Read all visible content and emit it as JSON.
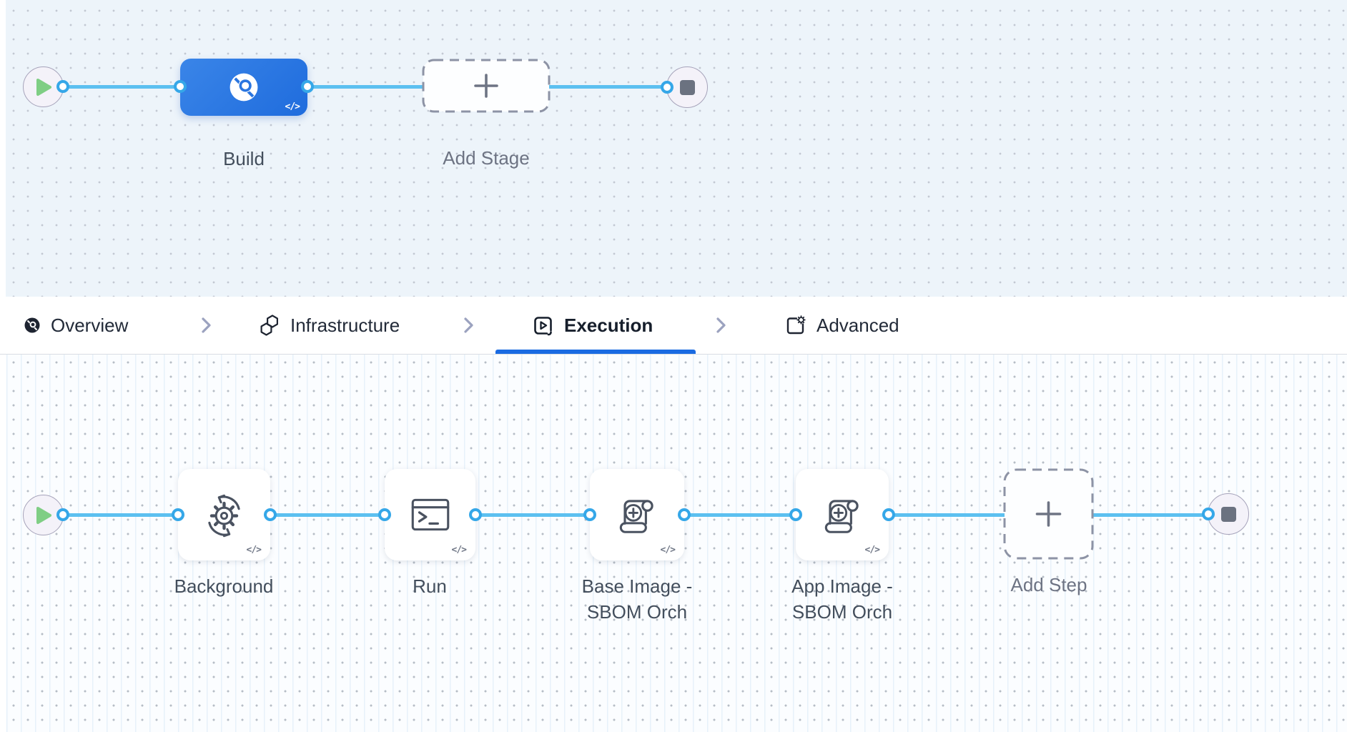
{
  "stage_canvas": {
    "build_stage": {
      "label": "Build",
      "code_badge": "</>"
    },
    "add_stage": {
      "label": "Add Stage"
    }
  },
  "tab_bar": {
    "tabs": [
      {
        "label": "Overview",
        "icon": "build-overview-icon",
        "selected": false
      },
      {
        "label": "Infrastructure",
        "icon": "infrastructure-icon",
        "selected": false
      },
      {
        "label": "Execution",
        "icon": "execution-icon",
        "selected": true
      },
      {
        "label": "Advanced",
        "icon": "advanced-icon",
        "selected": false
      }
    ]
  },
  "step_canvas": {
    "steps": [
      {
        "label_line1": "Background",
        "label_line2": "",
        "icon": "background-step-icon",
        "code_badge": "</>"
      },
      {
        "label_line1": "Run",
        "label_line2": "",
        "icon": "run-step-icon",
        "code_badge": "</>"
      },
      {
        "label_line1": "Base Image -",
        "label_line2": "SBOM Orch",
        "icon": "sbom-step-icon",
        "code_badge": "</>"
      },
      {
        "label_line1": "App Image -",
        "label_line2": "SBOM Orch",
        "icon": "sbom-step-icon",
        "code_badge": "</>"
      }
    ],
    "add_step": {
      "label": "Add Step"
    }
  },
  "colors": {
    "connector_line": "#5cc0f0",
    "port_ring": "#35a7e8",
    "stage_blue_start": "#3a85e8",
    "stage_blue_end": "#1f6cdd",
    "tab_underline": "#1a6be2",
    "canvas_top_bg": "#edf4fa",
    "canvas_bottom_bg": "#fbfdff"
  }
}
